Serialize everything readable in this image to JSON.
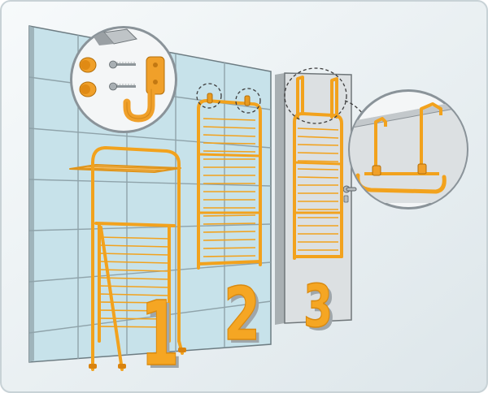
{
  "steps": [
    {
      "label": "1"
    },
    {
      "label": "2"
    },
    {
      "label": "3"
    }
  ],
  "colors": {
    "rack": "#F5A623",
    "rack_dark": "#D98A10",
    "tile": "#C9E3EA",
    "grout": "#8FA2AA",
    "door": "#D9DDDF",
    "background": "#EEF3F5",
    "number_face": "#F5A623",
    "number_side": "#9FA6AA"
  },
  "icons": [
    "screw-icon",
    "wall-plug-icon",
    "wall-hook-icon",
    "door-handle-icon"
  ]
}
